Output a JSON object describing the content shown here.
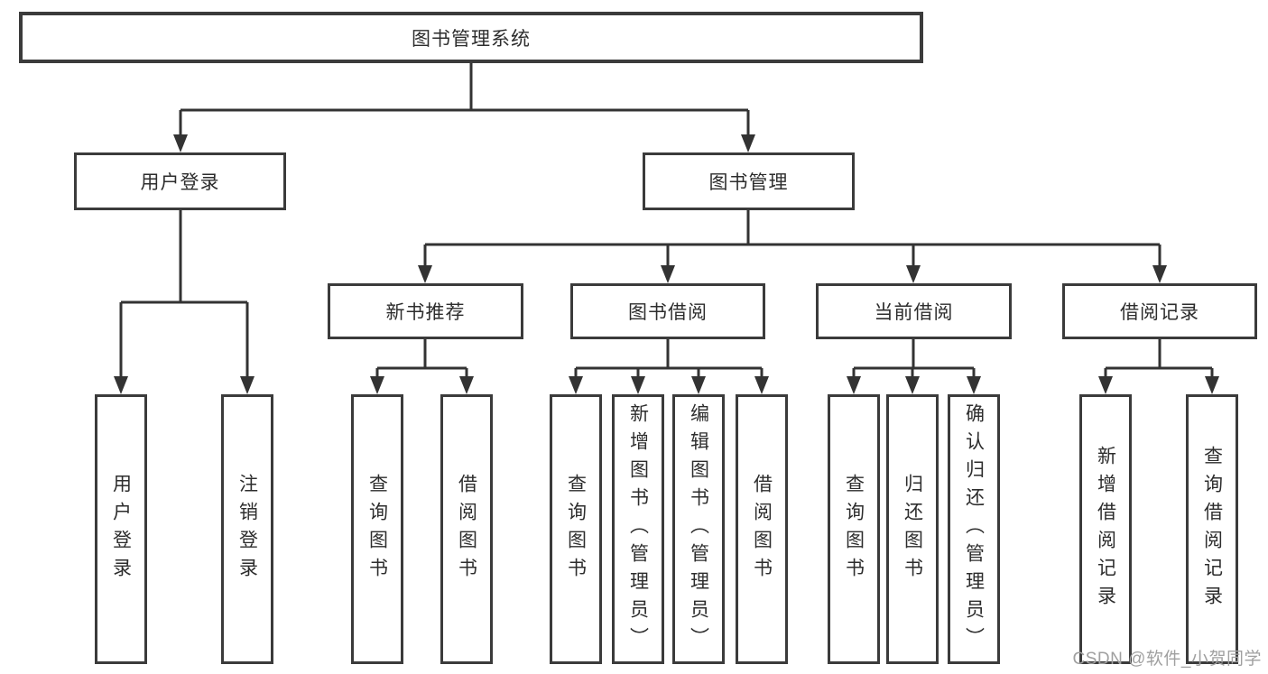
{
  "diagram": {
    "title": "图书管理系统",
    "type": "function-structure-tree",
    "colors": {
      "line": "#333333",
      "box_border": "#3b3b3b",
      "text": "#2d2d2d",
      "watermark": "#a0a0a0",
      "background": "#ffffff"
    }
  },
  "nodes": {
    "root": {
      "label": "图书管理系统"
    },
    "user_login": {
      "label": "用户登录"
    },
    "book_mgmt": {
      "label": "图书管理"
    },
    "new_book_rec": {
      "label": "新书推荐"
    },
    "book_borrow": {
      "label": "图书借阅"
    },
    "current_borrow": {
      "label": "当前借阅"
    },
    "borrow_record": {
      "label": "借阅记录"
    },
    "leaf_user_login": {
      "label": "用户登录"
    },
    "leaf_logout": {
      "label": "注销登录"
    },
    "leaf_rec_query": {
      "label": "查询图书"
    },
    "leaf_rec_borrow": {
      "label": "借阅图书"
    },
    "leaf_bb_query": {
      "label": "查询图书"
    },
    "leaf_bb_add": {
      "label": "新增图书（管理员）"
    },
    "leaf_bb_edit": {
      "label": "编辑图书（管理员）"
    },
    "leaf_bb_borrow": {
      "label": "借阅图书"
    },
    "leaf_cb_query": {
      "label": "查询图书"
    },
    "leaf_cb_return": {
      "label": "归还图书"
    },
    "leaf_cb_confirm": {
      "label": "确认归还（管理员）"
    },
    "leaf_br_add": {
      "label": "新增借阅记录"
    },
    "leaf_br_query": {
      "label": "查询借阅记录"
    }
  },
  "watermark": {
    "text": "CSDN @软件_小贺同学"
  }
}
